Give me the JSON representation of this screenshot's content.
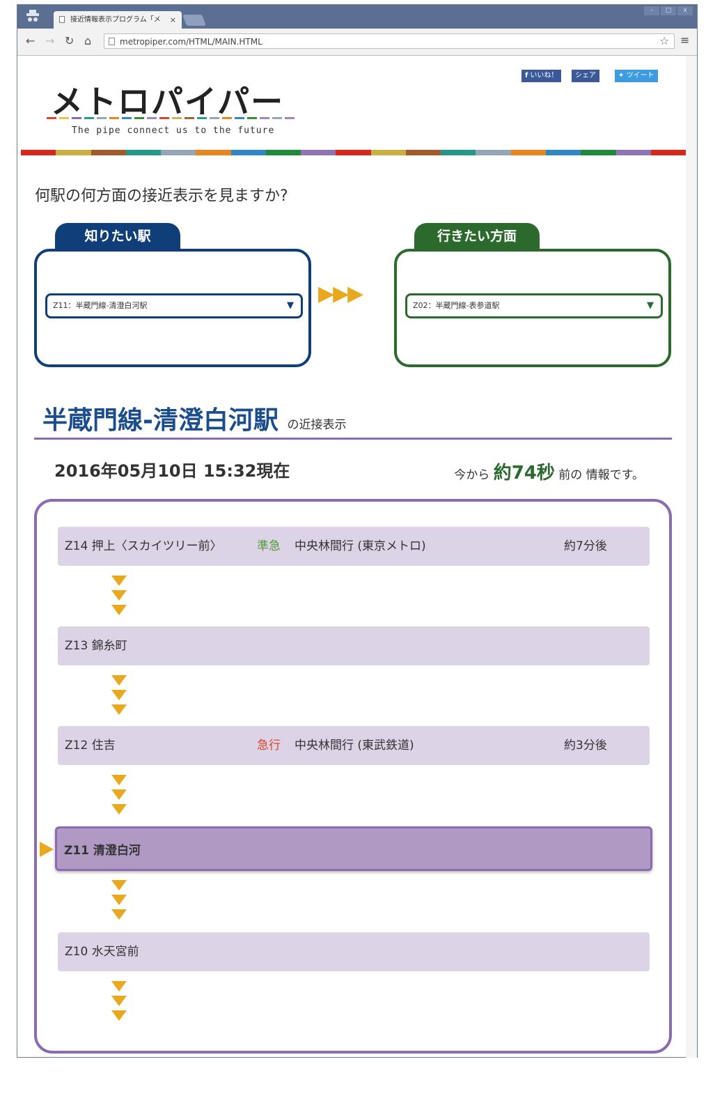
{
  "browser": {
    "tab_title": "接近情報表示プログラム「メ",
    "tab_close": "×",
    "url": "metropiper.com/HTML/MAIN.HTML",
    "window_buttons": [
      "–",
      "□",
      "x"
    ]
  },
  "header": {
    "logo": "メトロパイパー",
    "tagline": "The pipe connect us to the future",
    "social": {
      "like": "いいね！",
      "share": "シェア",
      "tweet": "ツイート"
    }
  },
  "selector": {
    "question": "何駅の何方面の接近表示を見ますか?",
    "from_label": "知りたい駅",
    "from_value": "Z11：半蔵門線-清澄白河駅",
    "to_label": "行きたい方面",
    "to_value": "Z02：半蔵門線-表参道駅"
  },
  "display": {
    "station": "半蔵門線-清澄白河駅",
    "station_suffix": "の近接表示",
    "datetime": "2016年05月10日 15:32現在",
    "ago_prefix": "今から",
    "ago_value": "約74秒",
    "ago_suffix": "前の 情報です。"
  },
  "stations": [
    {
      "name": "Z14 押上〈スカイツリー前〉",
      "type": "準急",
      "dest": "中央林間行 (東京メトロ)",
      "eta": "約7分後"
    },
    {
      "name": "Z13 錦糸町",
      "type": "",
      "dest": "",
      "eta": ""
    },
    {
      "name": "Z12 住吉",
      "type": "急行",
      "dest": "中央林間行 (東武鉄道)",
      "eta": "約3分後"
    },
    {
      "name": "Z11 清澄白河",
      "type": "",
      "dest": "",
      "eta": ""
    },
    {
      "name": "Z10 水天宮前",
      "type": "",
      "dest": "",
      "eta": ""
    }
  ],
  "colors": {
    "navy": "#0f3e78",
    "green": "#2b6a2c",
    "purple": "#8a6bb0",
    "arrow": "#e9a91e",
    "semi_express": "#4e9a3a",
    "express": "#d9472b"
  }
}
